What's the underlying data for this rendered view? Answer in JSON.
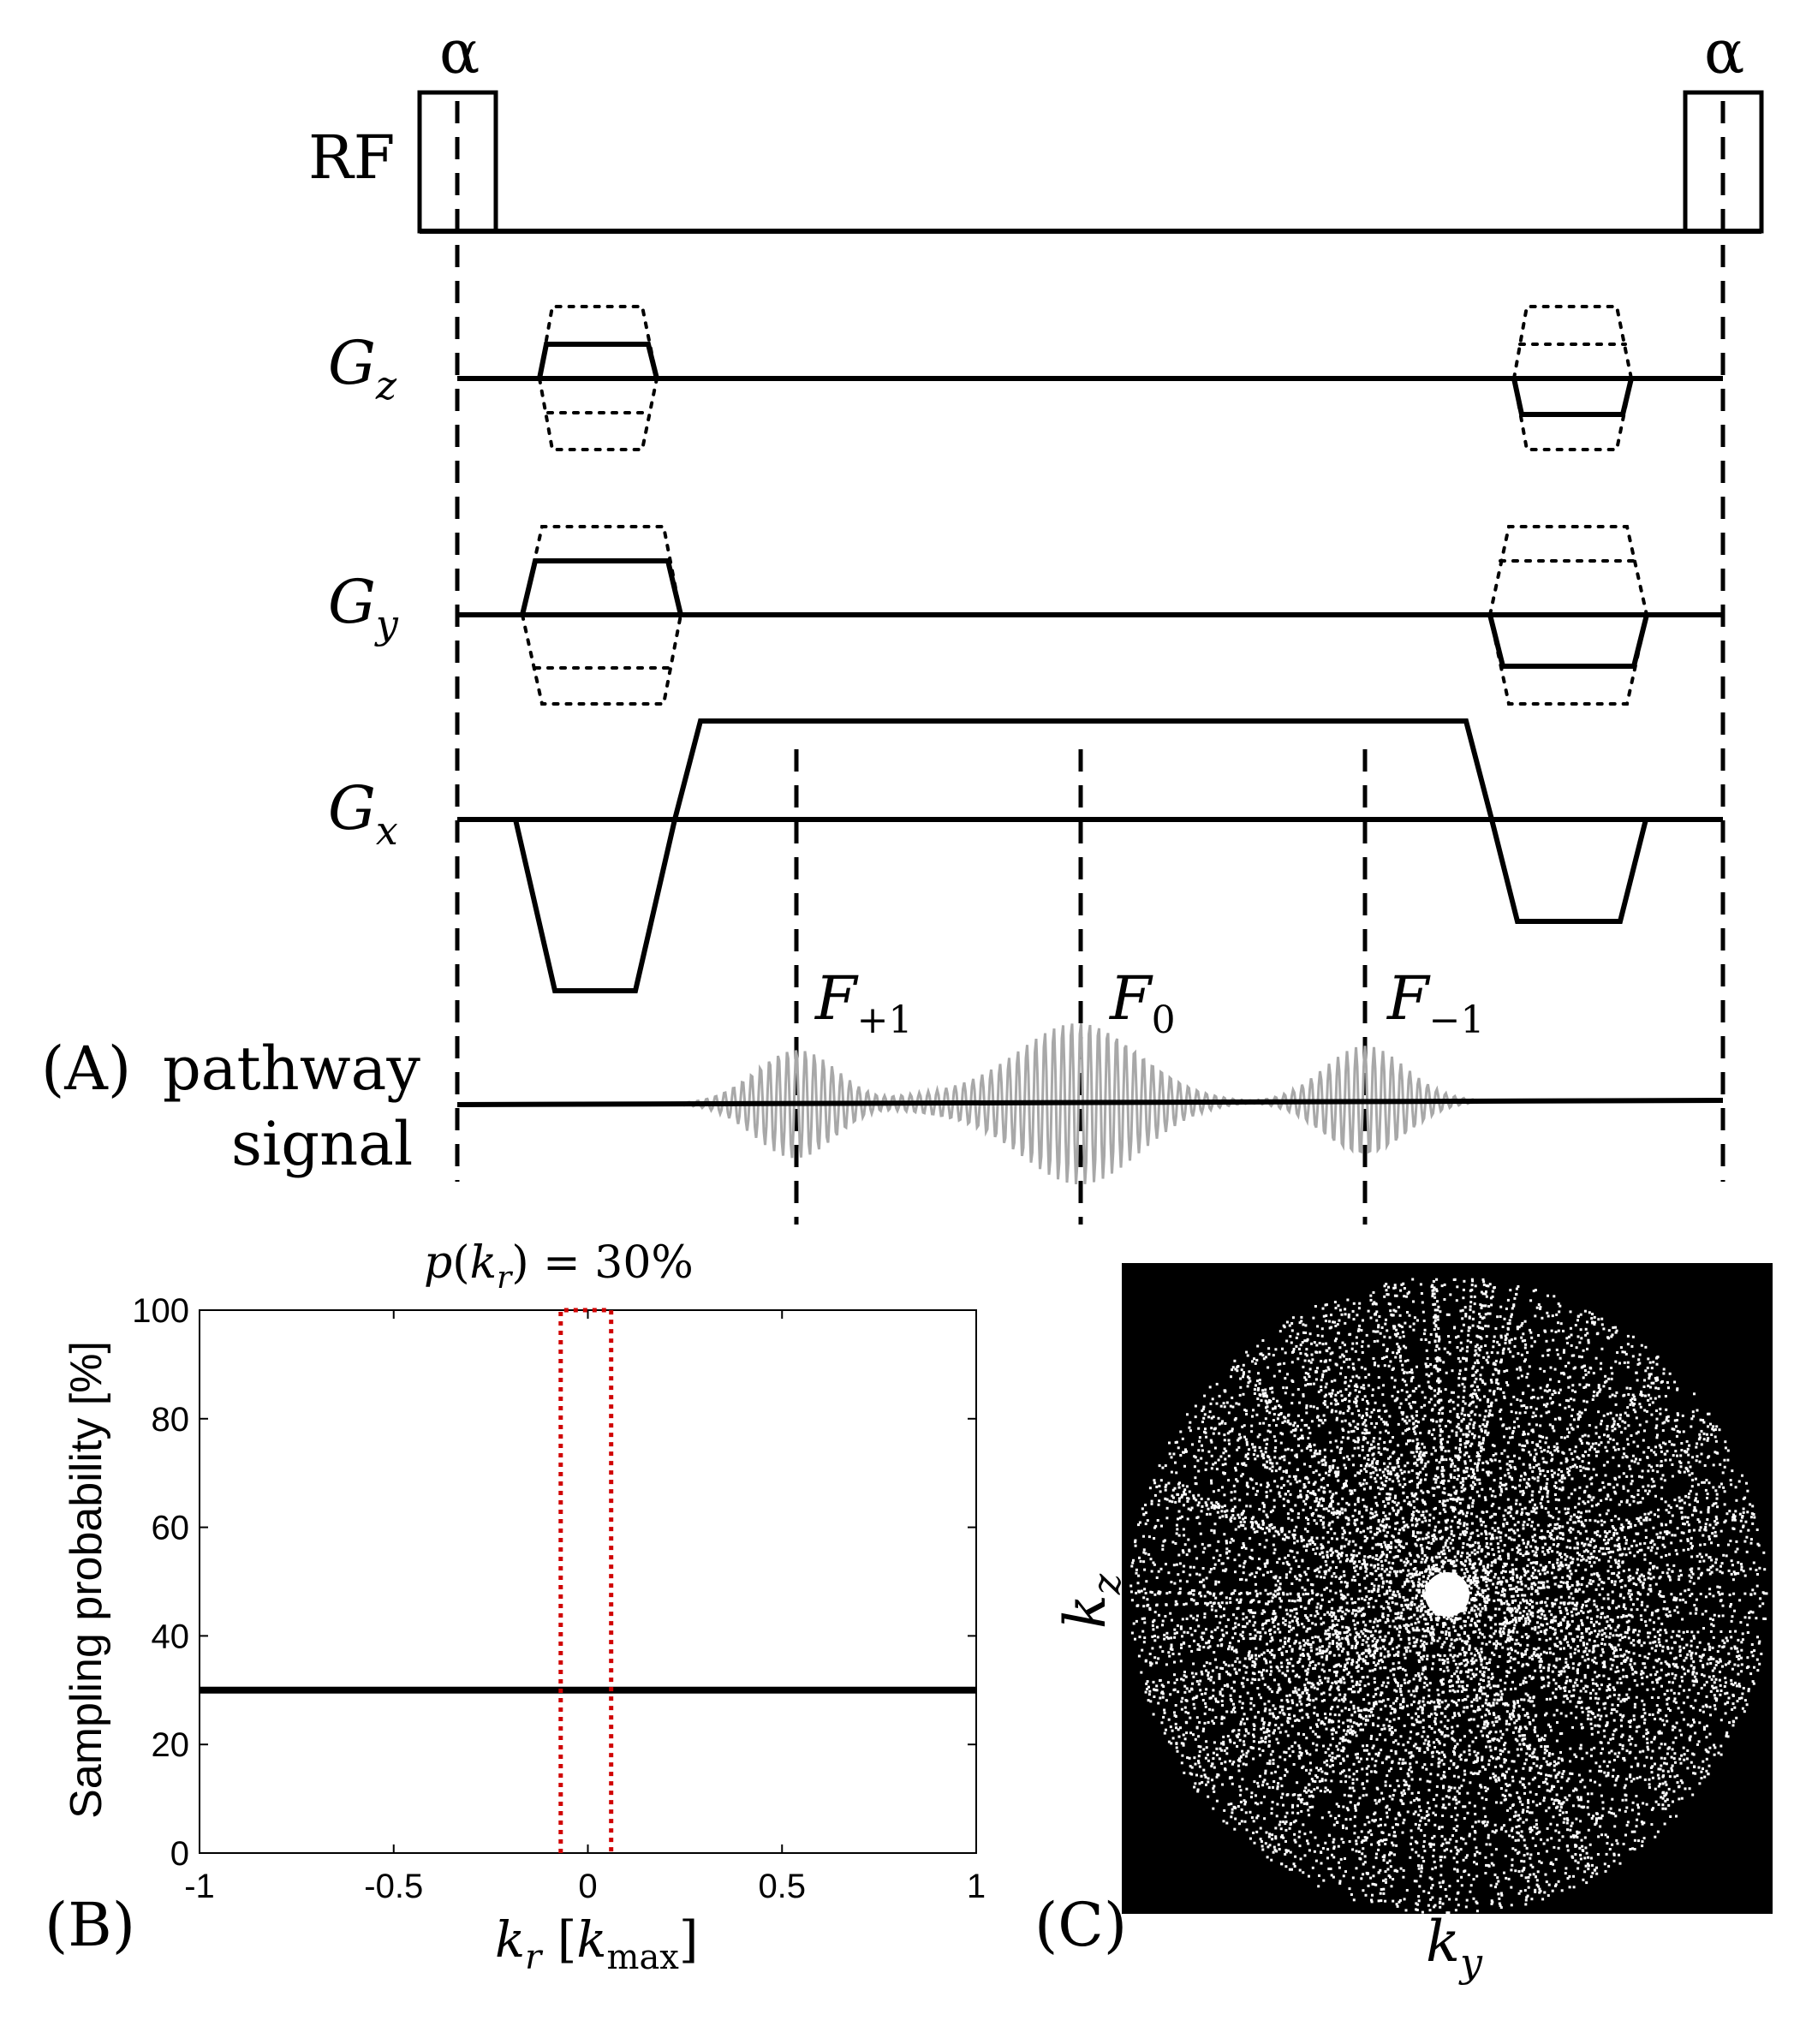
{
  "panel_a": {
    "panel_label": "(A)",
    "rf": {
      "label": "RF",
      "flip_left": "α",
      "flip_right": "α"
    },
    "gradients": [
      {
        "base": "G",
        "sub": "z"
      },
      {
        "base": "G",
        "sub": "y"
      },
      {
        "base": "G",
        "sub": "x"
      }
    ],
    "pathways": [
      {
        "base": "F",
        "sub": "+1"
      },
      {
        "base": "F",
        "sub": "0"
      },
      {
        "base": "F",
        "sub": "−1"
      }
    ],
    "signal_label_line1": "pathway",
    "signal_label_line2": "signal",
    "colors": {
      "line": "#000000",
      "signal": "#a8a8a8"
    }
  },
  "panel_b": {
    "panel_label": "(B)",
    "title": "p(k_r) = 30%",
    "title_parts": {
      "p": "p",
      "open": "(",
      "k": "k",
      "sub": "r",
      "close": ") = 30%"
    },
    "ylabel": "Sampling probability [%]",
    "xlabel_parts": {
      "k": "k",
      "sub": "r",
      "open": " [",
      "kmax_k": "k",
      "kmax_sub": "max",
      "close": "]"
    },
    "chart_data": {
      "type": "line",
      "title": "p(k_r) = 30%",
      "xlabel": "k_r [k_max]",
      "ylabel": "Sampling probability [%]",
      "xlim": [
        -1,
        1
      ],
      "ylim": [
        0,
        100
      ],
      "xticks": [
        "-1",
        "-0.5",
        "0",
        "0.5",
        "1"
      ],
      "xtick_values": [
        -1,
        -0.5,
        0,
        0.5,
        1
      ],
      "yticks": [
        "0",
        "20",
        "40",
        "60",
        "80",
        "100"
      ],
      "ytick_values": [
        0,
        20,
        40,
        60,
        80,
        100
      ],
      "series": [
        {
          "style": "solid",
          "color": "#000000",
          "x": [
            -1,
            1
          ],
          "y": [
            30,
            30
          ]
        },
        {
          "style": "dotted",
          "color": "#d00000",
          "x": [
            -0.07,
            -0.07,
            0.06,
            0.06
          ],
          "y": [
            0,
            100,
            100,
            0
          ]
        }
      ],
      "grid": false
    }
  },
  "panel_c": {
    "panel_label": "(C)",
    "xlabel": {
      "base": "k",
      "sub": "y"
    },
    "ylabel": {
      "base": "k",
      "sub": "z"
    },
    "colors": {
      "background": "#000000",
      "points": "#ffffff"
    }
  }
}
